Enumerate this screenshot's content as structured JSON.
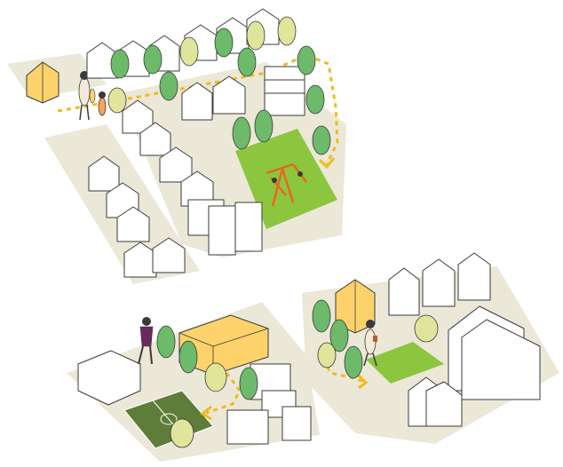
{
  "scene": {
    "title": "",
    "colors": {
      "ground": "#ebe8d8",
      "park": "#8cc63f",
      "court": "#5e7d3a",
      "highlight_building": "#fdd26b",
      "path": "#f3b919",
      "tree_dark": "#6dba6a",
      "tree_light": "#dfe59a",
      "building_fill": "#ffffff",
      "outline": "#3a3a3a"
    },
    "panels": [
      {
        "id": "neighborhood-playground",
        "features": [
          "highlighted-house",
          "family-walking",
          "dotted-route",
          "playground",
          "tree-row"
        ]
      },
      {
        "id": "sports-court-area",
        "features": [
          "highlighted-community-building",
          "person-walking",
          "sports-court",
          "dotted-route"
        ]
      },
      {
        "id": "corner-green-area",
        "features": [
          "highlighted-house",
          "woman-walking",
          "small-green",
          "dotted-route"
        ]
      }
    ]
  }
}
